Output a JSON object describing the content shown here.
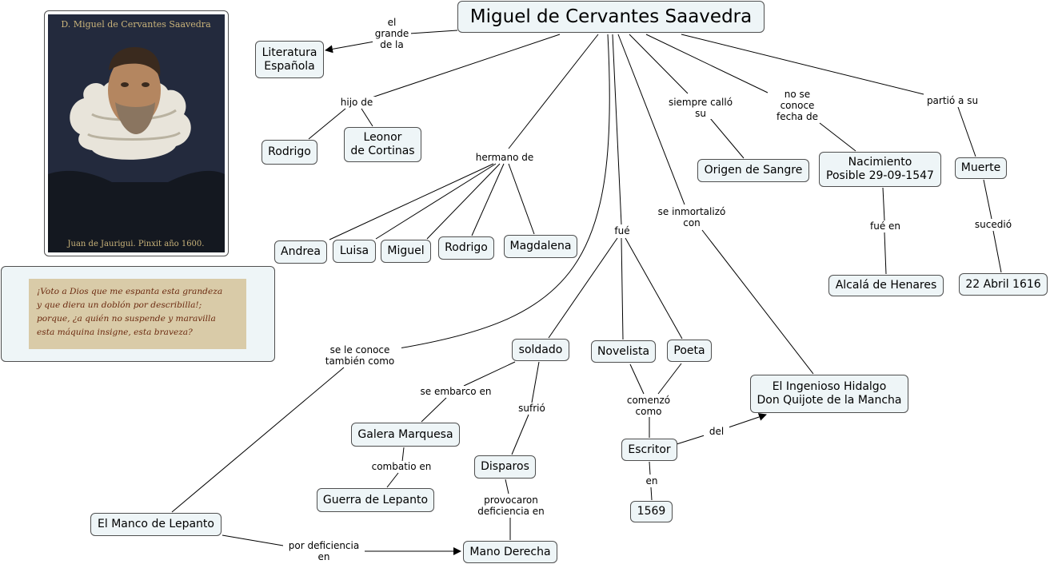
{
  "portrait": {
    "inscription_top": "D. Miguel de Cervantes Saavedra",
    "inscription_bottom": "Juan de Jaurigui. Pinxit año 1600."
  },
  "quote": "¡Voto a Dios que me espanta esta grandeza\ny que diera un doblón por describilla!;\nporque, ¿a quién no suspende y maravilla\nesta máquina insigne, esta braveza?",
  "nodes": {
    "main": "Miguel de Cervantes Saavedra",
    "literatura": "Literatura\nEspañola",
    "rodrigo_padre": "Rodrigo",
    "leonor": "Leonor\nde Cortinas",
    "andrea": "Andrea",
    "luisa": "Luisa",
    "miguel": "Miguel",
    "rodrigo_hermano": "Rodrigo",
    "magdalena": "Magdalena",
    "origen": "Origen de Sangre",
    "nacimiento": "Nacimiento\nPosible 29-09-1547",
    "muerte": "Muerte",
    "alcala": "Alcalá de Henares",
    "fecha_muerte": "22 Abril 1616",
    "soldado": "soldado",
    "novelista": "Novelista",
    "poeta": "Poeta",
    "quijote": "El Ingenioso Hidalgo\nDon Quijote de la Mancha",
    "galera": "Galera Marquesa",
    "guerra": "Guerra de Lepanto",
    "disparos": "Disparos",
    "escritor": "Escritor",
    "anio": "1569",
    "manco": "El Manco de Lepanto",
    "mano": "Mano Derecha"
  },
  "labels": {
    "grande": "el\ngrande\nde la",
    "hijo": "hijo de",
    "hermano": "hermano de",
    "callo": "siempre calló\nsu",
    "fecha": "no se\nconoce\nfecha de",
    "partio": "partió a su",
    "fue_en": "fué en",
    "sucedio": "sucedió",
    "inmortalizo": "se inmortalizó\ncon",
    "fue": "fué",
    "conoce": "se le conoce\ntambién como",
    "embarco": "se embarco en",
    "sufrio": "sufrió",
    "comenzo": "comenzó\ncomo",
    "del": "del",
    "combatio": "combatio en",
    "en": "en",
    "provocaron": "provocaron\ndeficiencia en",
    "deficiencia": "por deficiencia\nen"
  },
  "colors": {
    "node_fill": "#eef5f7",
    "node_border": "#4f4f4f",
    "line": "#000000",
    "quote_card": "#d9cba8",
    "quote_text": "#6b2a10"
  }
}
